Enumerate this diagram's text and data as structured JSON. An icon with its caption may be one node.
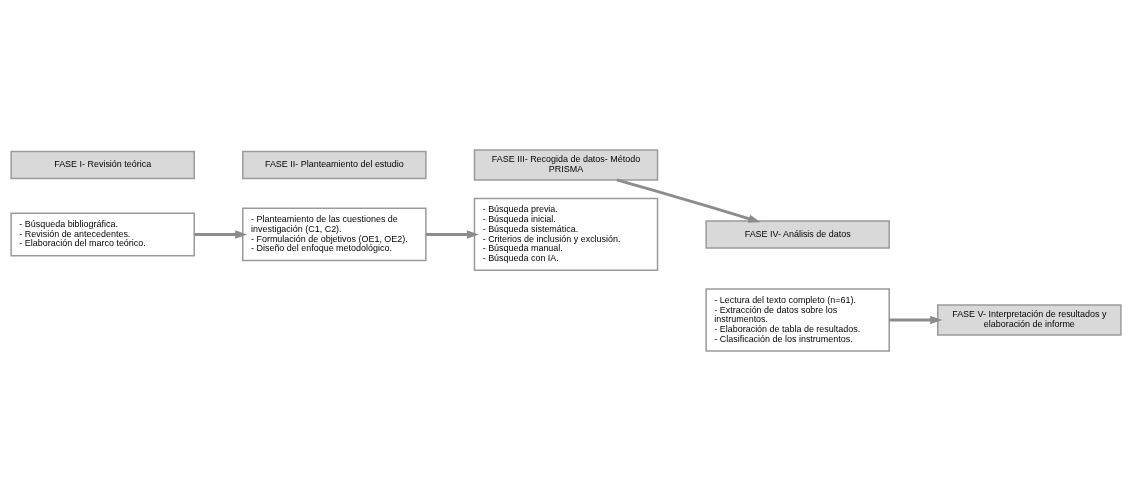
{
  "diagram": {
    "nodes": [
      {
        "text": [
          "FASE I- Revisión teórica"
        ]
      },
      {
        "text": [
          "- Búsqueda bibliográfica.",
          "- Revisión de antecedentes.",
          "- Elaboración del marco teórico."
        ]
      },
      {
        "text": [
          "FASE II- Planteamiento del estudio"
        ]
      },
      {
        "text": [
          "- Planteamiento de las cuestiones de investigación (C1, C2).",
          "- Formulación de objetivos (OE1, OE2).",
          "- Diseño del enfoque metodológico."
        ]
      },
      {
        "text": [
          "FASE III- Recogida de datos- Método PRISMA"
        ]
      },
      {
        "text": [
          "- Búsqueda previa.",
          "- Búsqueda inicial.",
          "- Búsqueda sistemática.",
          "- Criterios de inclusión y exclusión.",
          "- Búsqueda manual.",
          "- Búsqueda con IA."
        ]
      },
      {
        "text": [
          "FASE IV- Análisis de datos"
        ]
      },
      {
        "text": [
          "- Lectura del texto completo (n=61).",
          "- Extracción de datos sobre los instrumentos.",
          "- Elaboración de tabla de resultados.",
          "- Clasificación de los instrumentos."
        ]
      },
      {
        "text": [
          "FASE V- Interpretación de resultados y elaboración de informe"
        ]
      }
    ],
    "edges": [
      {
        "from": 1,
        "to": 3,
        "arrow": "to"
      },
      {
        "from": 3,
        "to": 5,
        "arrow": "to"
      },
      {
        "from": 4,
        "to": 6,
        "arrow": "to"
      },
      {
        "from": 7,
        "to": 8,
        "arrow": "to"
      }
    ]
  }
}
